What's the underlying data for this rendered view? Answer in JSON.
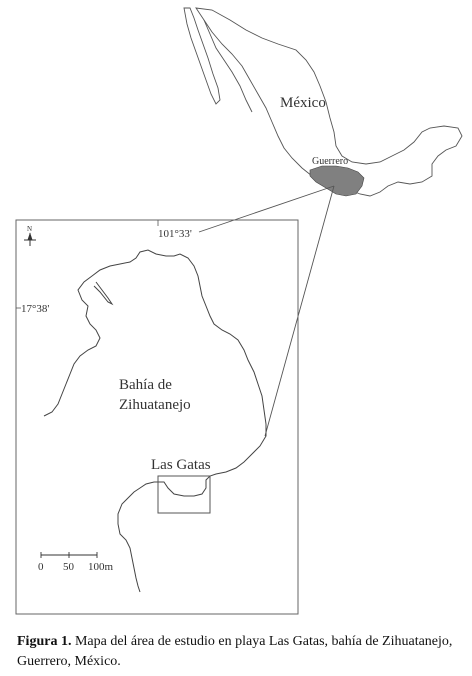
{
  "inset": {
    "country_label": "México",
    "state_label": "Guerrero",
    "state_fill": "#808080"
  },
  "main_map": {
    "north_label": "N",
    "longitude_label": "101°33'",
    "latitude_label": "17°38'",
    "bay_label_line1": "Bahía de",
    "bay_label_line2": "Zihuatanejo",
    "site_label": "Las Gatas",
    "scale_bar": {
      "ticks": [
        "0",
        "50",
        "100m"
      ]
    }
  },
  "caption": {
    "label": "Figura 1.",
    "text": "Mapa del área de estudio en playa Las Gatas, bahía de Zihuatanejo, Guerrero, México."
  }
}
